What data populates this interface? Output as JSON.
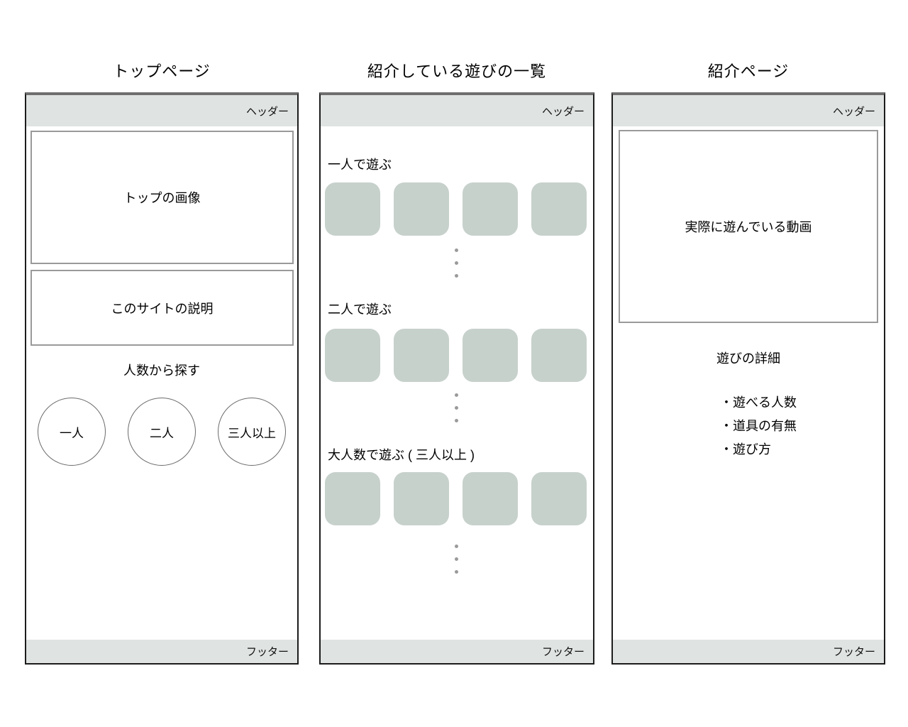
{
  "colors": {
    "band": "#dfe3e1",
    "tile": "#c7d1cc",
    "dot": "#9a9a9a"
  },
  "pages": {
    "top": {
      "title": "トップページ",
      "header_label": "ヘッダー",
      "footer_label": "フッター",
      "hero_label": "トップの画像",
      "description_label": "このサイトの説明",
      "search_heading": "人数から探す",
      "people_buttons": [
        "一人",
        "二人",
        "三人以上"
      ]
    },
    "list": {
      "title": "紹介している遊びの一覧",
      "header_label": "ヘッダー",
      "footer_label": "フッター",
      "sections": [
        "一人で遊ぶ",
        "二人で遊ぶ",
        "大人数で遊ぶ ( 三人以上 )"
      ]
    },
    "detail": {
      "title": "紹介ページ",
      "header_label": "ヘッダー",
      "footer_label": "フッター",
      "video_label": "実際に遊んでいる動画",
      "details_heading": "遊びの詳細",
      "details_items": [
        "・遊べる人数",
        "・道具の有無",
        "・遊び方"
      ]
    }
  }
}
